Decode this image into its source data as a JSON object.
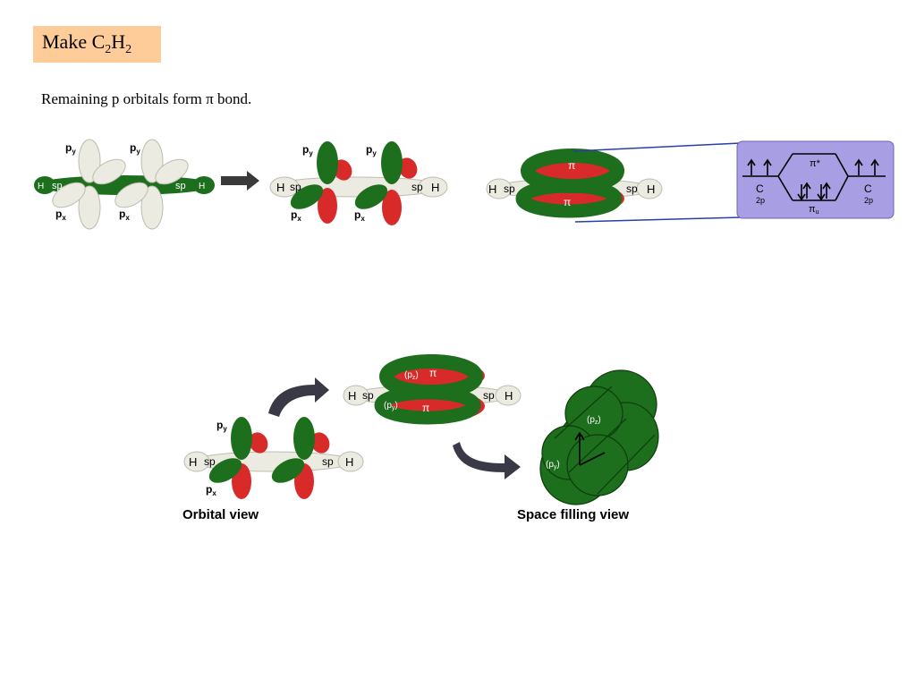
{
  "slide": {
    "title_main": "Make  C",
    "title_sub1": "2",
    "title_mid": "H",
    "title_sub2": "2",
    "subtitle": "Remaining p orbitals form π bond."
  },
  "labels": {
    "py": "p",
    "py_sub": "y",
    "px": "p",
    "px_sub": "x",
    "H": "H",
    "sp": "sp",
    "pi": "π",
    "pi_star": "π*",
    "pi_u": "π",
    "pi_u_sub": "u",
    "carbon": "C",
    "two_p": "2p",
    "pz_label": "(p",
    "pz_sub": "z",
    "py_paren": "(p",
    "py_paren_sub": "y",
    "close_paren": ")"
  },
  "captions": {
    "orbital_view": "Orbital view",
    "space_filling_view": "Space filling view"
  },
  "colors": {
    "title_bg": "#fdcc99",
    "green": "#1d6e1d",
    "red": "#d92a2a",
    "cream": "#ecebe1",
    "mo_panel": "#a79ee3",
    "connector": "#2a3fa8"
  }
}
